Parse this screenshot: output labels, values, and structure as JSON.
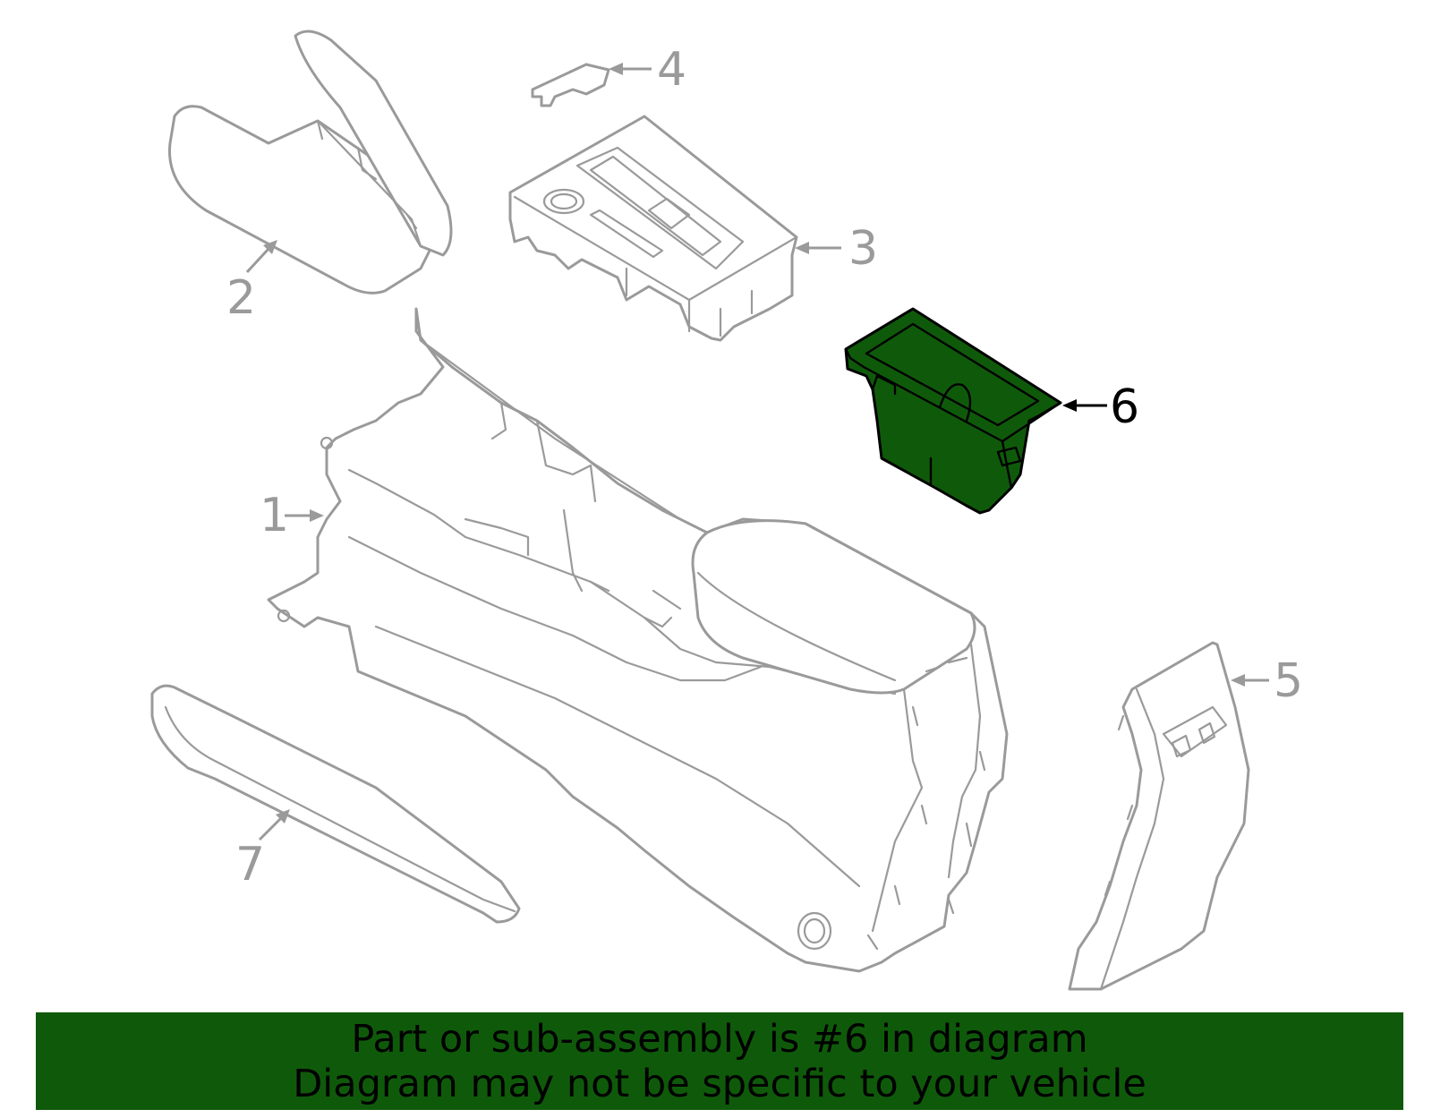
{
  "callouts": {
    "c1": "1",
    "c2": "2",
    "c3": "3",
    "c4": "4",
    "c5": "5",
    "c6": "6",
    "c7": "7"
  },
  "highlight": {
    "part_number": "6",
    "fill_color": "#0f5a0a",
    "outline_color": "#000000",
    "other_parts_color": "#9a9a9a"
  },
  "banner": {
    "line1": "Part or sub-assembly is #6 in diagram",
    "line2": "Diagram may not be specific to your vehicle",
    "background_color": "#0f5a0a"
  }
}
